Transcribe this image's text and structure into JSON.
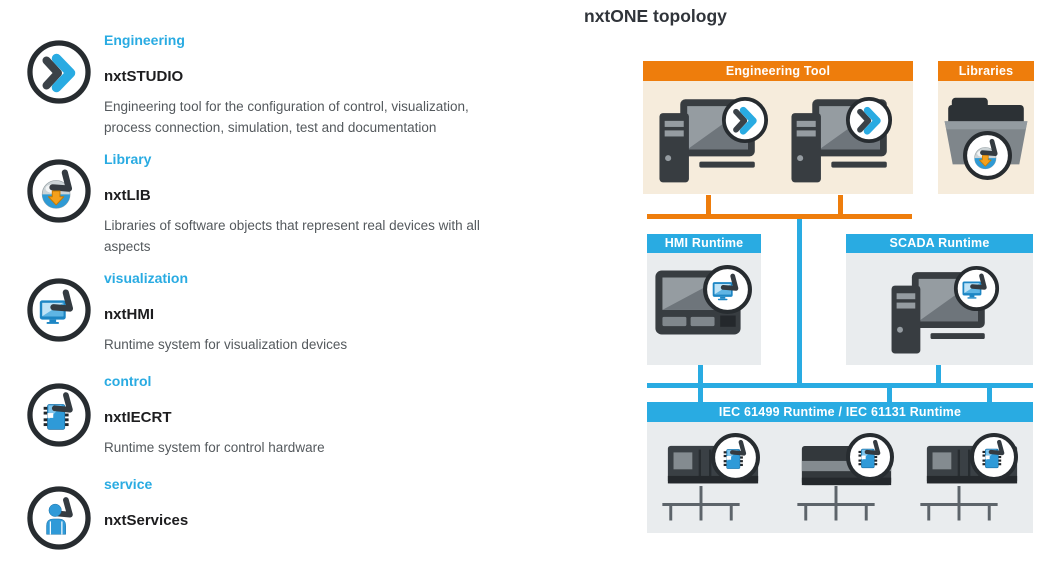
{
  "diagram": {
    "title": "nxtONE topology",
    "nodes": {
      "engineering_tool": {
        "label": "Engineering Tool",
        "header_color": "#ee7d0c",
        "body_color": "#f6ecdc"
      },
      "libraries": {
        "label": "Libraries",
        "header_color": "#ee7d0c",
        "body_color": "#f6ecdc"
      },
      "hmi_runtime": {
        "label": "HMI Runtime",
        "header_color": "#29abe2",
        "body_color": "#e9ecee"
      },
      "scada_runtime": {
        "label": "SCADA Runtime",
        "header_color": "#29abe2",
        "body_color": "#e9ecee"
      },
      "iec_runtime": {
        "label": "IEC 61499 Runtime / IEC 61131 Runtime",
        "header_color": "#29abe2",
        "body_color": "#e9ecee"
      }
    },
    "connections": {
      "engineering_bus_color": "#ee7d0c",
      "runtime_bus_color": "#29abe2"
    }
  },
  "sidebar": {
    "items": [
      {
        "category": "Engineering",
        "name": "nxtSTUDIO",
        "description": "Engineering tool for the configuration of control, visualization,\nprocess connection, simulation, test and documentation",
        "icon": "nxtstudio-icon"
      },
      {
        "category": "Library",
        "name": "nxtLIB",
        "description": "Libraries of software objects that represent real devices with all\naspects",
        "icon": "nxtlib-icon"
      },
      {
        "category": "visualization",
        "name": "nxtHMI",
        "description": "Runtime system for visualization devices",
        "icon": "nxthmi-icon"
      },
      {
        "category": "control",
        "name": "nxtIECRT",
        "description": "Runtime system for control hardware",
        "icon": "nxtiecrt-icon"
      },
      {
        "category": "service",
        "name": "nxtServices",
        "description": "",
        "icon": "nxtservices-icon"
      }
    ]
  },
  "icons": {
    "nxtstudio": "double-chevron-right",
    "nxtlib": "globe-download-chevron",
    "nxthmi": "monitor-chevron",
    "nxtiecrt": "chip-chevron",
    "nxtservices": "person-chevron",
    "workstation": "desktop-computer",
    "hmi_panel": "touch-panel",
    "library_folder": "folder",
    "controller": "plc-rack",
    "fieldbus": "io-bus-lines"
  },
  "accent_colors": {
    "orange": "#ee7d0c",
    "blue": "#29abe2",
    "dark": "#383d41"
  }
}
